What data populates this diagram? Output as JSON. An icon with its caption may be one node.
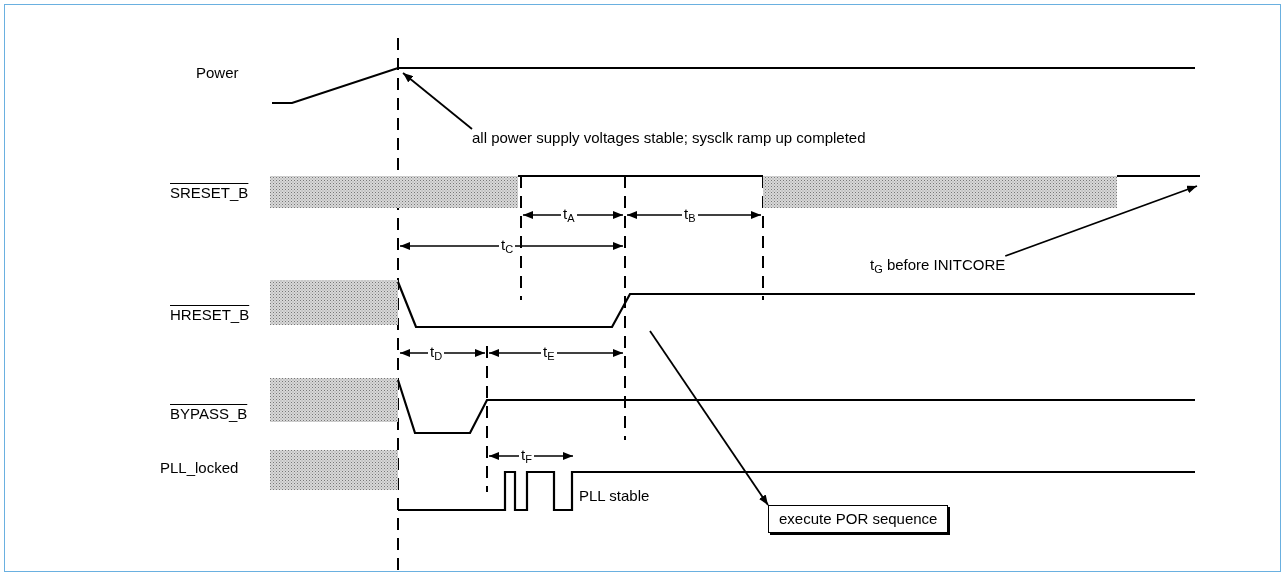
{
  "diagram": {
    "nodes": [
      {
        "text": [
          "all power supply voltages stable; sysclk ramp up completed"
        ]
      },
      {
        "text": [
          "t$_{G}$ before INITCORE"
        ]
      },
      {
        "text": [
          "execute POR sequence"
        ]
      }
    ],
    "edges": [
      {
        "from": 0,
        "to": null,
        "arrow": "to"
      },
      {
        "from": 1,
        "to": null,
        "arrow": "to"
      },
      {
        "from": null,
        "to": 2,
        "arrow": "to"
      }
    ],
    "labels": [
      "Power",
      "SRESET_B",
      "HRESET_B",
      "BYPASS_B",
      "PLL_locked",
      "t$_{A}$",
      "t$_{B}$",
      "t$_{C}$",
      "t$_{D}$",
      "t$_{E}$",
      "t$_{F}$",
      "PLL stable"
    ]
  }
}
